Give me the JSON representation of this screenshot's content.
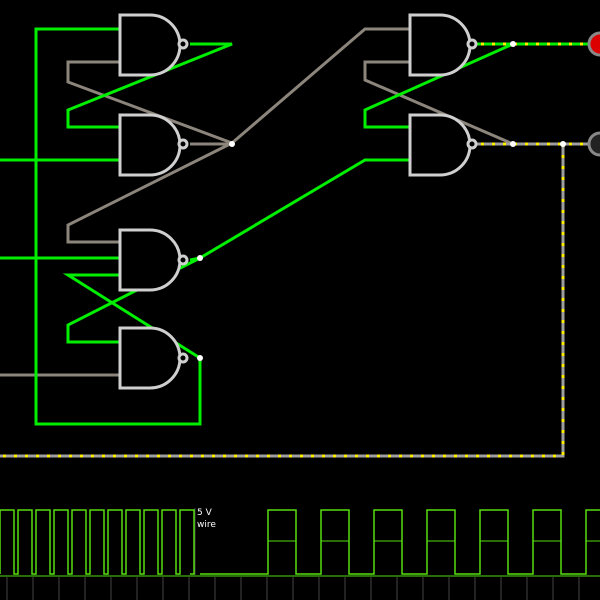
{
  "colors": {
    "background": "#000000",
    "wire_high": "#00ee00",
    "wire_low": "#8c857c",
    "wire_bus": "#9e9e9e",
    "current_dot": "#ffee00",
    "gate_outline": "#cfcfcf",
    "node": "#ffffff",
    "led_on": "#dd0000",
    "led_off": "#777777",
    "scope_trace": "#55dd11",
    "scope_grid": "#444444"
  },
  "components": {
    "gate_type": "nand",
    "gate_count": 6,
    "led_count": 2,
    "led_states": [
      "on",
      "off"
    ]
  },
  "scope": {
    "value_label": "5 V",
    "name_label": "wire"
  }
}
